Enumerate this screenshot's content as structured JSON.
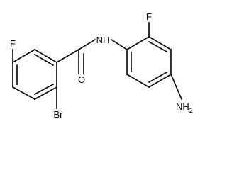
{
  "molecule": {
    "atoms": {
      "fluorine_left": "F",
      "bromine": "Br",
      "amide_oxygen": "O",
      "amide_nitrogen": "NH",
      "fluorine_right": "F",
      "amino_group": "NH",
      "amino_subscript": "2"
    }
  },
  "colors": {
    "bond": "#000000",
    "label": "#000000",
    "background": "#ffffff"
  }
}
